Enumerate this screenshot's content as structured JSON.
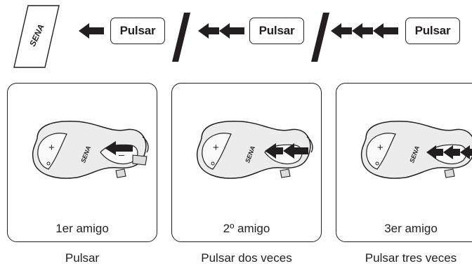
{
  "header": {
    "logo_text": "SENA",
    "press_labels": [
      "Pulsar",
      "Pulsar",
      "Pulsar"
    ]
  },
  "panels": [
    {
      "label": "1er amigo",
      "arrow_count": 1,
      "caption": "Pulsar"
    },
    {
      "label": "2º amigo",
      "arrow_count": 2,
      "caption": "Pulsar dos veces"
    },
    {
      "label": "3er amigo",
      "arrow_count": 3,
      "caption": "Pulsar tres veces"
    }
  ],
  "colors": {
    "ink": "#231f20",
    "device_fill": "#ececec",
    "background": "#ffffff"
  }
}
